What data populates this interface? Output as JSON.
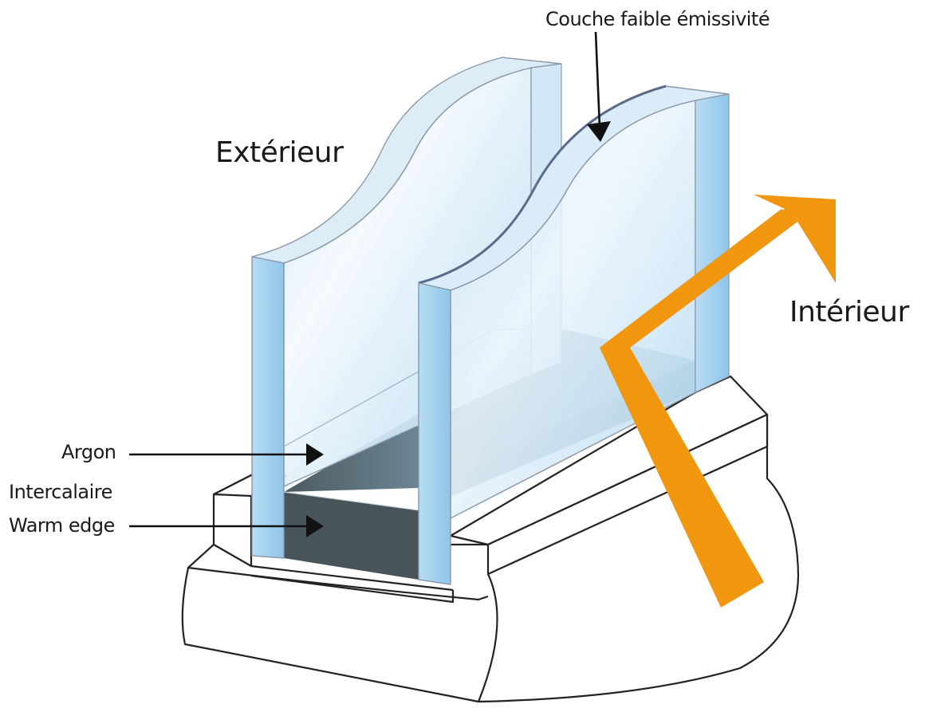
{
  "labels": {
    "exterior": "Extérieur",
    "interior": "Intérieur",
    "low_e_coating": "Couche faible émissivité",
    "argon": "Argon",
    "spacer_line1": "Intercalaire",
    "spacer_line2": "Warm edge"
  },
  "colors": {
    "glass_face": "#e4f1fb",
    "glass_face_deep": "#bcdcf2",
    "glass_edge": "#a6d1f0",
    "glass_outline": "#8a97a8",
    "low_e_edge": "#5a6b8c",
    "spacer_top": "#5f6b73",
    "spacer_front": "#475359",
    "frame_fill": "#ffffff",
    "frame_stroke": "#222222",
    "sun_arrow": "#f0960f",
    "pointer_arrow": "#111111",
    "label_text": "#1a1a1a"
  }
}
